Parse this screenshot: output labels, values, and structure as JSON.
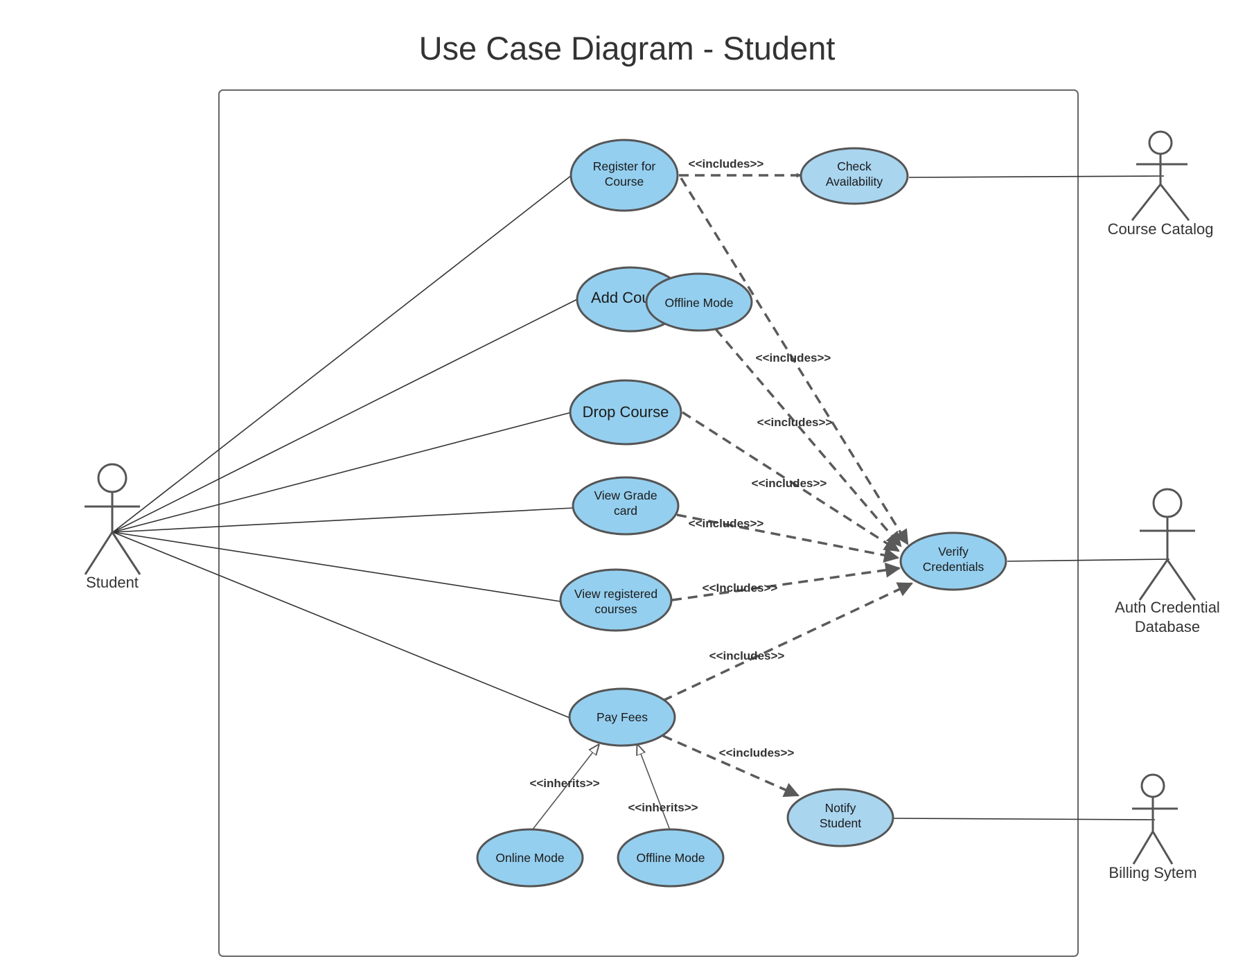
{
  "title": "Use Case Diagram - Student",
  "colors": {
    "usecase_fill": "#95cfef",
    "usecase_fill_light": "#a9d5ef",
    "usecase_stroke": "#555555",
    "line": "#333333",
    "dashed": "#5a5a5a"
  },
  "actors": {
    "student": "Student",
    "course_catalog": "Course Catalog",
    "auth_db_line1": "Auth Credential",
    "auth_db_line2": "Database",
    "billing": "Billing Sytem"
  },
  "use_cases": {
    "register": [
      "Register for",
      "Course"
    ],
    "check_availability": [
      "Check",
      "Availability"
    ],
    "add_course": "Add Cou",
    "offline_mode_top": "Offline Mode",
    "drop_course": "Drop Course",
    "view_grade": [
      "View Grade",
      "card"
    ],
    "verify_credentials": [
      "Verify",
      "Credentials"
    ],
    "view_registered": [
      "View registered",
      "courses"
    ],
    "pay_fees": "Pay Fees",
    "notify_student": [
      "Notify",
      "Student"
    ],
    "online_mode": "Online Mode",
    "offline_mode_bottom": "Offline Mode"
  },
  "relations": {
    "includes_register_check": "<<includes>>",
    "includes_register_verify": "<<includes>>",
    "includes_add_verify": "<<includes>>",
    "includes_drop_verify": "<<includes>>",
    "includes_grade_verify": "<<includes>>",
    "includes_registered_verify": "<<Includes>>",
    "includes_pay_verify": "<<includes>>",
    "includes_pay_notify": "<<includes>>",
    "inherits_online": "<<inherits>>",
    "inherits_offline": "<<inherits>>"
  }
}
